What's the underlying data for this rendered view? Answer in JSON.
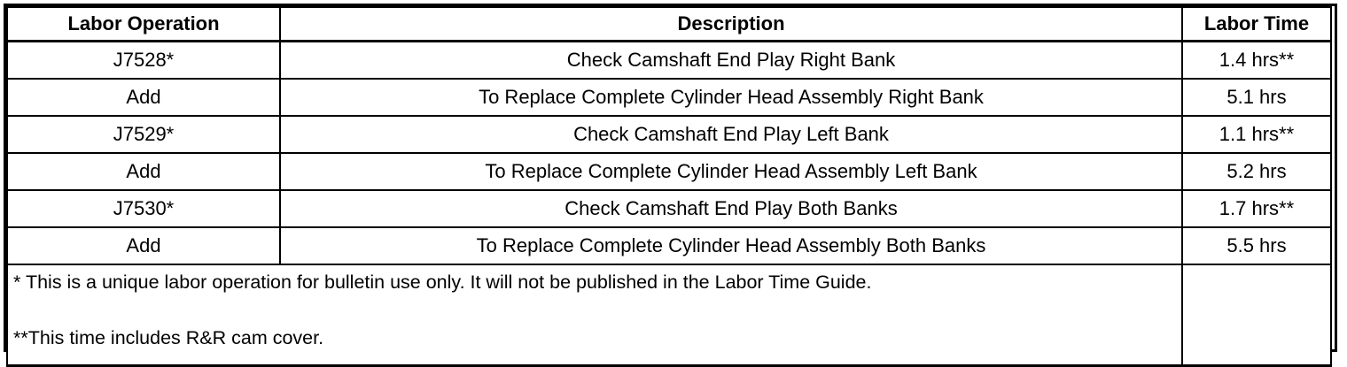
{
  "table": {
    "columns": [
      {
        "label": "Labor Operation"
      },
      {
        "label": "Description"
      },
      {
        "label": "Labor Time"
      }
    ],
    "rows": [
      {
        "operation": "J7528*",
        "description": "Check Camshaft End Play Right Bank",
        "time": "1.4 hrs**"
      },
      {
        "operation": "Add",
        "description": "To Replace Complete Cylinder Head Assembly Right Bank",
        "time": "5.1 hrs"
      },
      {
        "operation": "J7529*",
        "description": "Check Camshaft End Play Left Bank",
        "time": "1.1 hrs**"
      },
      {
        "operation": "Add",
        "description": "To Replace Complete Cylinder Head Assembly Left Bank",
        "time": "5.2 hrs"
      },
      {
        "operation": "J7530*",
        "description": "Check Camshaft End Play Both Banks",
        "time": "1.7 hrs**"
      },
      {
        "operation": "Add",
        "description": "To Replace Complete Cylinder Head Assembly Both Banks",
        "time": "5.5 hrs"
      }
    ],
    "footnotes": [
      "* This is a unique labor operation for bulletin use only. It will not be published in the Labor Time Guide.",
      "**This time includes R&R cam cover."
    ],
    "colors": {
      "border": "#000000",
      "background": "#ffffff",
      "text": "#000000"
    }
  }
}
